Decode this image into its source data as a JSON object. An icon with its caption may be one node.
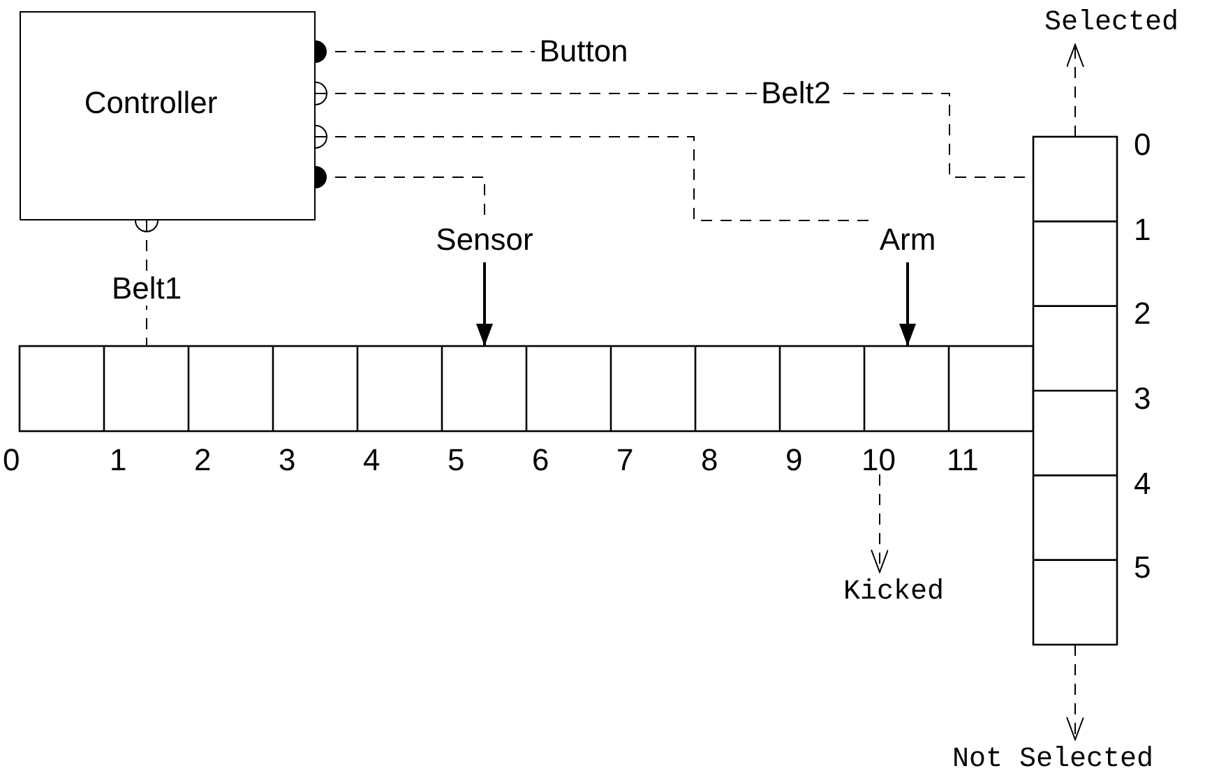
{
  "diagram": {
    "nodes": [
      {
        "text": [
          "Controller"
        ]
      },
      {
        "text": [
          "Button"
        ]
      },
      {
        "text": [
          "Sensor"
        ]
      },
      {
        "text": [
          "Arm"
        ]
      },
      {
        "text": [],
        "shape": "bar",
        "beside": [
          "0",
          "1",
          "2",
          "3",
          "4",
          "5",
          "6",
          "7",
          "8",
          "9",
          "10",
          "11"
        ]
      },
      {
        "text": [],
        "shape": "bar",
        "beside": [
          "0",
          "1",
          "2",
          "3",
          "4",
          "5"
        ]
      },
      {
        "text": [
          "Selected"
        ]
      },
      {
        "text": [
          "Kicked"
        ]
      },
      {
        "text": [
          "Not Selected"
        ]
      }
    ],
    "edges": [
      {
        "from": 0,
        "to": 1,
        "arrow": "other",
        "style": "dashed"
      },
      {
        "from": 0,
        "to": 5,
        "arrow": "other",
        "style": "dashed",
        "label": "Belt2"
      },
      {
        "from": 0,
        "to": 3,
        "arrow": "other",
        "style": "dashed"
      },
      {
        "from": 0,
        "to": 2,
        "arrow": "other",
        "style": "dashed"
      },
      {
        "from": 0,
        "to": 4,
        "arrow": "other",
        "style": "dashed",
        "label": "Belt1"
      },
      {
        "from": 2,
        "to": 4,
        "arrow": "to"
      },
      {
        "from": 3,
        "to": 4,
        "arrow": "to"
      },
      {
        "from": 5,
        "to": 6,
        "arrow": "to",
        "style": "dashed"
      },
      {
        "from": 4,
        "to": 7,
        "arrow": "to",
        "style": "dashed"
      },
      {
        "from": 5,
        "to": 8,
        "arrow": "to",
        "style": "dashed"
      }
    ]
  }
}
